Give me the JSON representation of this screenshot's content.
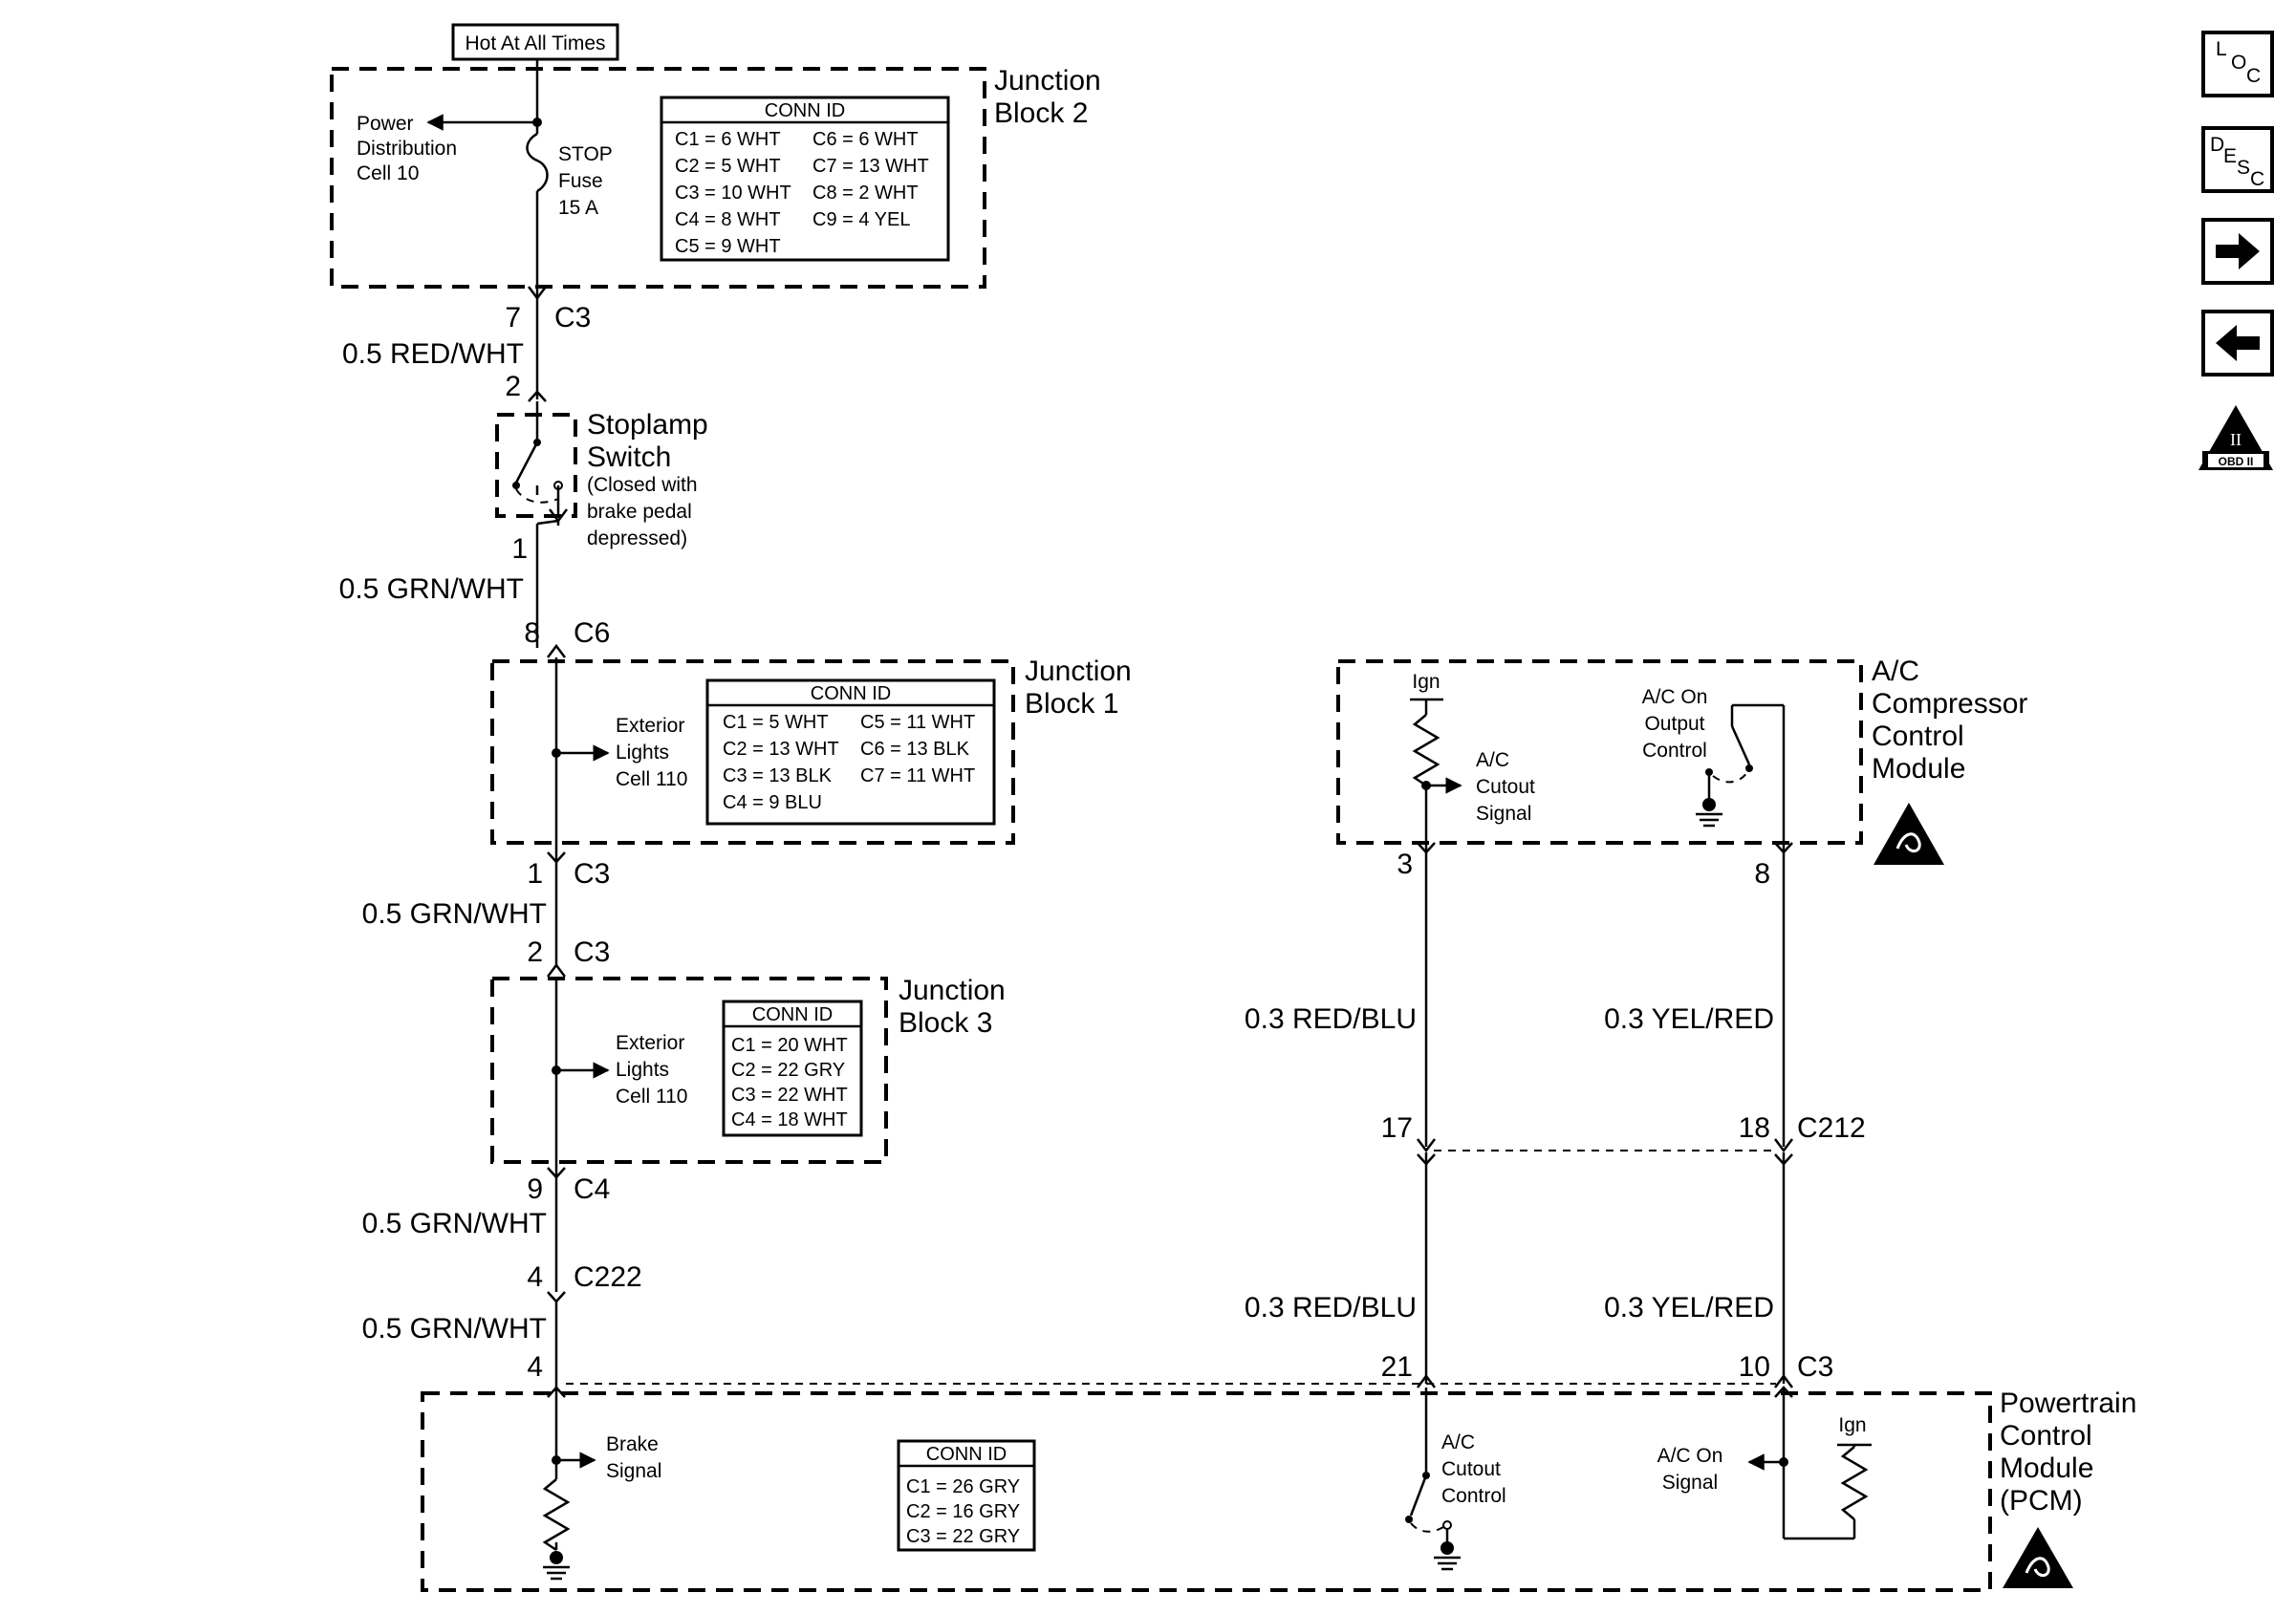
{
  "hot_label": "Hot At All Times",
  "jb2": {
    "title_1": "Junction",
    "title_2": "Block 2",
    "power_dist": [
      "Power",
      "Distribution",
      "Cell 10"
    ],
    "fuse": [
      "STOP",
      "Fuse",
      "15 A"
    ],
    "conn_id_title": "CONN ID",
    "conn_left": [
      "C1 = 6 WHT",
      "C2 = 5 WHT",
      "C3 = 10 WHT",
      "C4 = 8 WHT",
      "C5 = 9 WHT"
    ],
    "conn_right": [
      "C6 = 6 WHT",
      "C7 = 13 WHT",
      "C8 = 2 WHT",
      "C9 = 4 YEL"
    ]
  },
  "wire1": {
    "pin_top": "7",
    "conn_top": "C3",
    "label": "0.5 RED/WHT",
    "pin_bottom": "2"
  },
  "stoplamp": {
    "title_1": "Stoplamp",
    "title_2": "Switch",
    "note": [
      "(Closed with",
      "brake pedal",
      "depressed)"
    ]
  },
  "wire2": {
    "pin_top": "1",
    "label": "0.5 GRN/WHT",
    "pin_bottom": "8",
    "conn_bottom": "C6"
  },
  "jb1": {
    "title_1": "Junction",
    "title_2": "Block 1",
    "ext_lights": [
      "Exterior",
      "Lights",
      "Cell 110"
    ],
    "conn_id_title": "CONN ID",
    "conn_left": [
      "C1 = 5 WHT",
      "C2 = 13 WHT",
      "C3 = 13 BLK",
      "C4 = 9 BLU"
    ],
    "conn_right": [
      "C5 = 11 WHT",
      "C6 = 13 BLK",
      "C7 = 11 WHT"
    ]
  },
  "wire3": {
    "pin_top": "1",
    "conn_top": "C3",
    "label": "0.5 GRN/WHT",
    "pin_bottom": "2",
    "conn_bottom": "C3"
  },
  "jb3": {
    "title_1": "Junction",
    "title_2": "Block 3",
    "ext_lights": [
      "Exterior",
      "Lights",
      "Cell 110"
    ],
    "conn_id_title": "CONN ID",
    "conn": [
      "C1 = 20 WHT",
      "C2 = 22 GRY",
      "C3 = 22 WHT",
      "C4 = 18 WHT"
    ]
  },
  "wire4": {
    "pin_top": "9",
    "conn_top": "C4",
    "label": "0.5 GRN/WHT",
    "pin_bottom": "4",
    "conn_bottom": "C222"
  },
  "wire5": {
    "label": "0.5 GRN/WHT",
    "pin_bottom": "4"
  },
  "acm": {
    "title": [
      "A/C",
      "Compressor",
      "Control",
      "Module"
    ],
    "ign": "Ign",
    "cutout_signal": [
      "A/C",
      "Cutout",
      "Signal"
    ],
    "on_output": [
      "A/C On",
      "Output",
      "Control"
    ],
    "pin_left": "3",
    "pin_right": "8"
  },
  "right_wires": {
    "upper_left": "0.3 RED/BLU",
    "upper_right": "0.3 YEL/RED",
    "mid_pin_left": "17",
    "mid_pin_right": "18",
    "mid_conn": "C212",
    "lower_left": "0.3 RED/BLU",
    "lower_right": "0.3 YEL/RED",
    "bot_pin_left": "21",
    "bot_pin_right": "10",
    "bot_conn": "C3"
  },
  "pcm": {
    "title": [
      "Powertrain",
      "Control",
      "Module",
      "(PCM)"
    ],
    "brake_signal": [
      "Brake",
      "Signal"
    ],
    "conn_id_title": "CONN ID",
    "conn": [
      "C1 = 26 GRY",
      "C2 = 16 GRY",
      "C3 = 22 GRY"
    ],
    "cutout_control": [
      "A/C",
      "Cutout",
      "Control"
    ],
    "on_signal": [
      "A/C On",
      "Signal"
    ],
    "ign": "Ign"
  },
  "nav": {
    "loc": [
      "L",
      "O",
      "C"
    ],
    "desc": [
      "D",
      "E",
      "S",
      "C"
    ],
    "obd_roman": "II",
    "obd_label": "OBD II"
  }
}
